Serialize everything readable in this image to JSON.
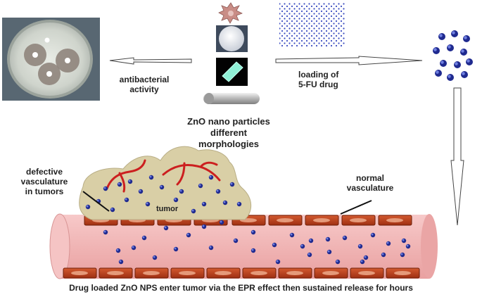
{
  "labels": {
    "antibacterial": [
      "antibacterial",
      "activity"
    ],
    "loading": [
      "loading of",
      "5-FU drug"
    ],
    "zno": [
      "ZnO nano particles",
      "different",
      "morphologies"
    ],
    "defective": [
      "defective",
      "vasculature",
      "in tumors"
    ],
    "normal": [
      "normal",
      "vasculature"
    ],
    "tumor": "tumor",
    "caption": "Drug loaded ZnO NPS enter tumor via the EPR effect then sustained release  for hours"
  },
  "icons": {
    "petri_dish": "petri-dish-icon",
    "star_particle": "star-shaped-particle-icon",
    "sphere_particle": "sphere-particle-icon",
    "plate_particle": "plate-particle-icon",
    "rod_particle": "rod-particle-icon",
    "dot_pattern": "drug-dot-pattern-icon",
    "nanoparticle_cluster": "nanoparticle-cluster-icon"
  },
  "colors": {
    "vessel_body": "#f0b2b2",
    "endothelial_cell": "#c0441e",
    "nanoparticle": "#2a2fa0",
    "tumor_mass": "#d9cfa6",
    "tumor_vessel": "#cc1f1f",
    "petri_bg": "#6b7a85"
  }
}
